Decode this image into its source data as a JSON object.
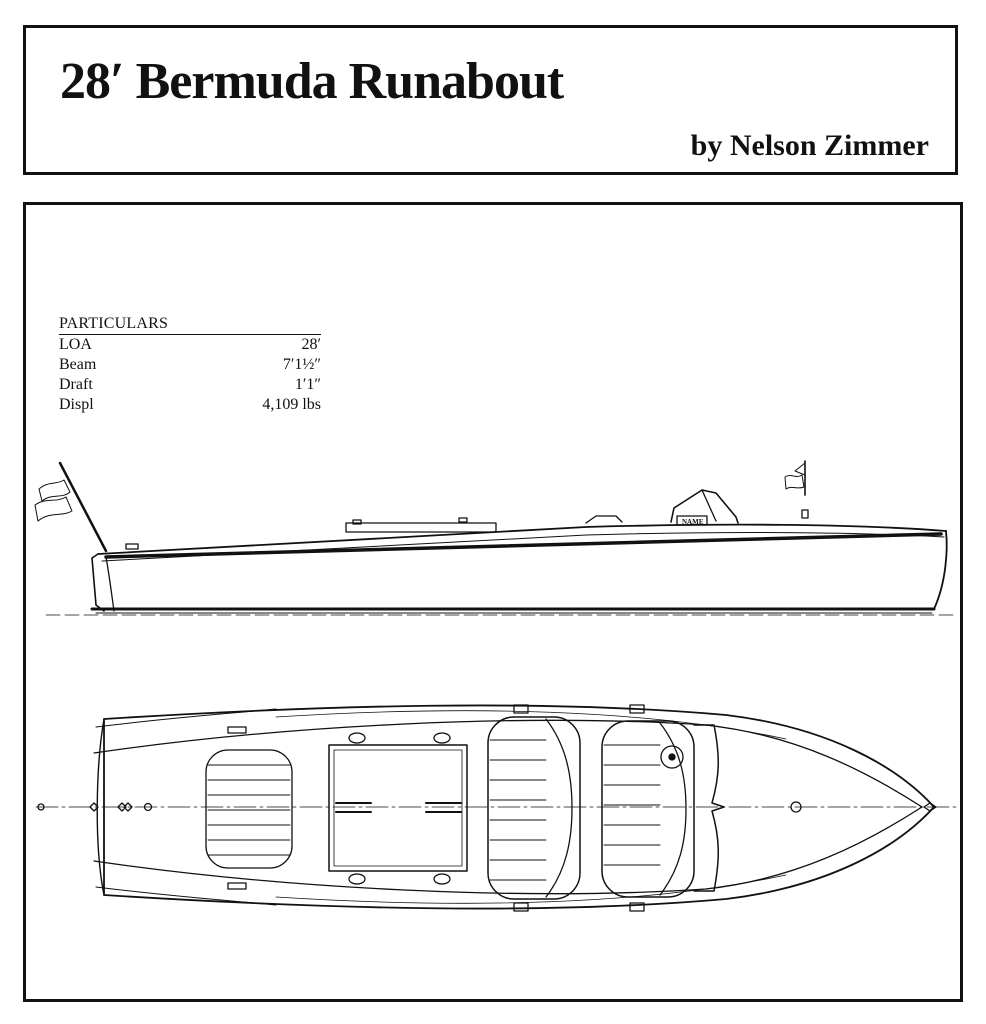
{
  "header": {
    "title": "28′ Bermuda Runabout",
    "byline": "by Nelson Zimmer"
  },
  "particulars": {
    "heading": "PARTICULARS",
    "rows": [
      {
        "label": "LOA",
        "value": "28′"
      },
      {
        "label": "Beam",
        "value": "7′1½″"
      },
      {
        "label": "Draft",
        "value": "1′1″"
      },
      {
        "label": "Displ",
        "value": "4,109 lbs"
      }
    ]
  },
  "drawing": {
    "transom_name": "NAME",
    "line_color": "#111111",
    "paper_color": "#ffffff"
  }
}
